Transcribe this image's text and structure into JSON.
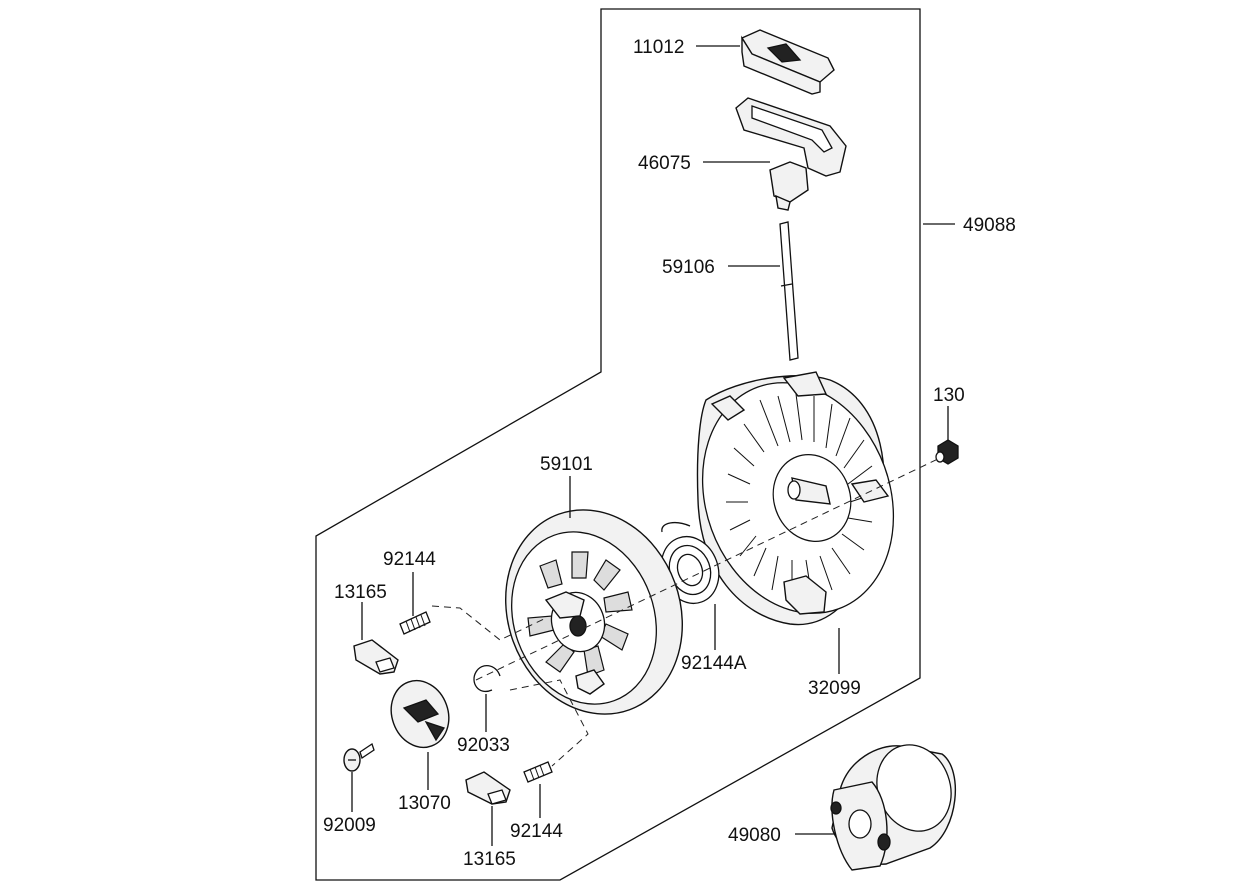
{
  "diagram": {
    "labels": {
      "p11012": "11012",
      "p46075": "46075",
      "p49088": "49088",
      "p59106": "59106",
      "p130": "130",
      "p59101": "59101",
      "p92144_upper": "92144",
      "p13165_upper": "13165",
      "p92144A": "92144A",
      "p32099": "32099",
      "p92033": "92033",
      "p13070": "13070",
      "p92009": "92009",
      "p92144_lower": "92144",
      "p13165_lower": "13165",
      "p49080": "49080"
    }
  }
}
